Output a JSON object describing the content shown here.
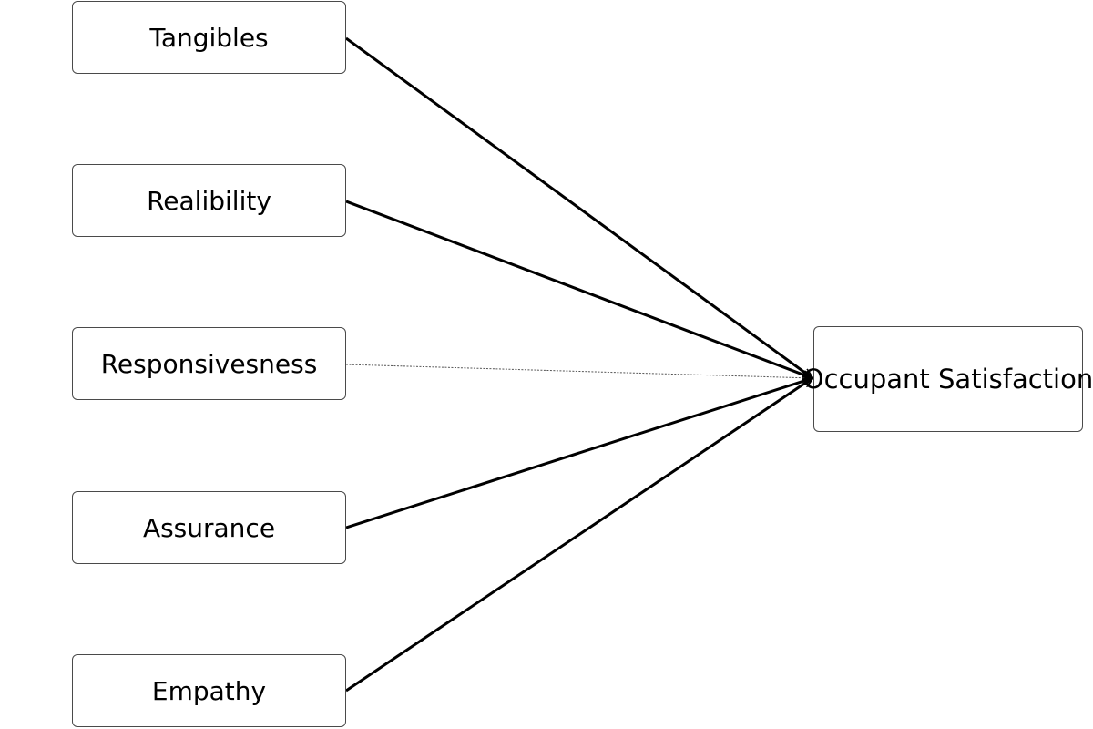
{
  "diagram": {
    "sources": [
      {
        "label": "Tangibles",
        "link": "solid"
      },
      {
        "label": "Realibility",
        "link": "solid"
      },
      {
        "label": "Responsivesness",
        "link": "dashed"
      },
      {
        "label": "Assurance",
        "link": "solid"
      },
      {
        "label": "Empathy",
        "link": "solid"
      }
    ],
    "target": {
      "label": "Occupant Satisfaction"
    },
    "colors": {
      "line": "#000000",
      "dashed_line": "#555555",
      "box_border": "#4a4a4a"
    }
  }
}
